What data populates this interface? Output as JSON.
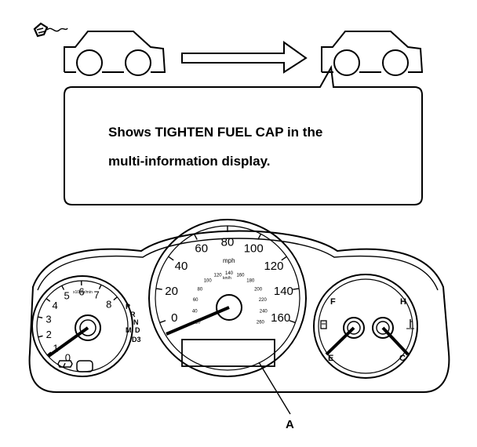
{
  "message": {
    "line1": "Shows TIGHTEN FUEL CAP in the",
    "line2": "multi-information display."
  },
  "callout": {
    "label": "A"
  },
  "speedometer": {
    "ticks": [
      "0",
      "20",
      "40",
      "60",
      "80",
      "100",
      "120",
      "140",
      "160"
    ],
    "unit": "mph",
    "inner_unit": "km/h",
    "inner_ticks": [
      "20",
      "40",
      "60",
      "80",
      "100",
      "120",
      "140",
      "160",
      "180",
      "200",
      "220",
      "240",
      "260"
    ]
  },
  "tachometer": {
    "ticks": [
      "0",
      "1",
      "2",
      "3",
      "4",
      "5",
      "6",
      "7",
      "8"
    ],
    "unit": "x1000r/min",
    "gears": [
      "P",
      "R",
      "N",
      "D",
      "M",
      "D3"
    ]
  },
  "fuel_gauge": {
    "full": "F",
    "empty": "E"
  },
  "temp_gauge": {
    "hot": "H",
    "cold": "C"
  },
  "icons": [
    "fuel-cap-icon",
    "car-icon",
    "arrow-right-icon",
    "check-engine-icon",
    "fuel-pump-icon",
    "coolant-temp-icon"
  ]
}
